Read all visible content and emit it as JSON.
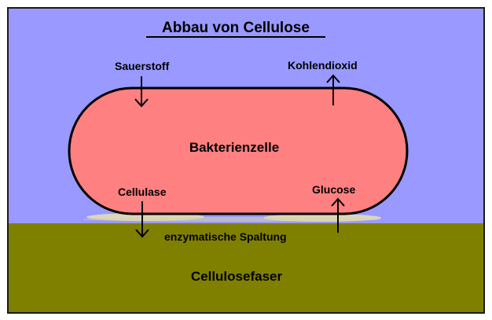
{
  "diagram": {
    "title": "Abbau von Cellulose",
    "cell_label": "Bakterienzelle",
    "oxygen_label": "Sauerstoff",
    "co2_label": "Kohlendioxid",
    "cellulase_label": "Cellulase",
    "glucose_label": "Glucose",
    "cleavage_label": "enzymatische Spaltung",
    "fiber_label": "Cellulosefaser"
  },
  "colors": {
    "sky": "#9999ff",
    "fiber": "#808000",
    "cell": "#ff8080",
    "dust": "#e6e2b0",
    "outline": "#000000",
    "border": "#1a1a1a"
  },
  "icons": {
    "oxygen_arrow": "arrow-down-icon",
    "co2_arrow": "arrow-up-icon",
    "cellulase_arrow": "arrow-down-icon",
    "glucose_arrow": "arrow-up-icon"
  }
}
